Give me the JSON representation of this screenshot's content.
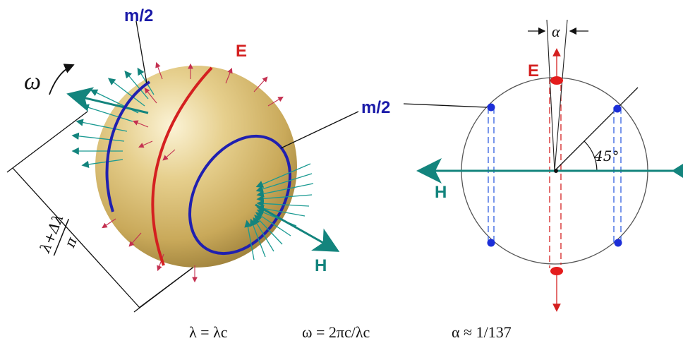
{
  "labels": {
    "omega": "ω",
    "m_half_left": "m/2",
    "m_half_mid": "m/2",
    "e_left": "E",
    "e_right": "E",
    "h_left": "H",
    "h_right": "H",
    "alpha": "α",
    "angle": "45°",
    "fraction_numerator": "λ+Δλ",
    "fraction_denominator": "π"
  },
  "formulas": {
    "f1": "λ = λc",
    "f2": "ω = 2πc/λc",
    "f3": "α ≈ 1/137"
  },
  "colors": {
    "blue": "#1a1aa8",
    "red": "#d42020",
    "teal": "#13847d",
    "sphere": "#d9c07a"
  }
}
